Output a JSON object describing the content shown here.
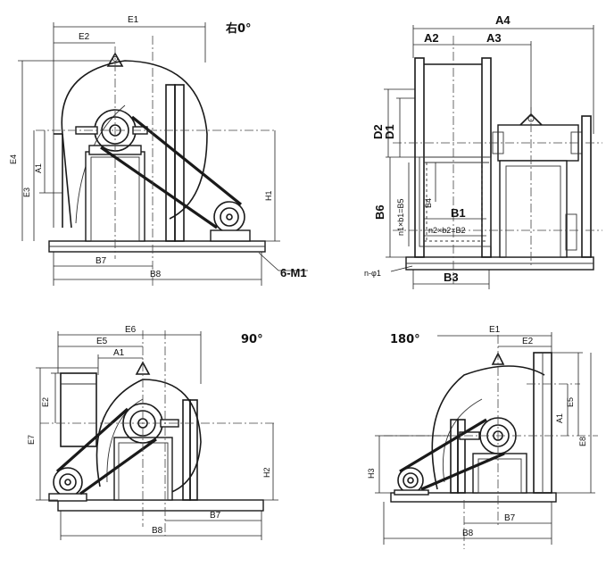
{
  "views": {
    "right0": {
      "title": "右0°",
      "labels": {
        "E1": "E1",
        "E2": "E2",
        "E3": "E3",
        "E4": "E4",
        "A1": "A1",
        "H1": "H1",
        "B7": "B7",
        "B8": "B8",
        "M1": "6-M1"
      }
    },
    "side": {
      "labels": {
        "A4": "A4",
        "A2": "A2",
        "A3": "A3",
        "D2": "D2",
        "D1": "D1",
        "B6": "B6",
        "B5": "n1×b1=B5",
        "B4": "B4",
        "B1": "B1",
        "B2": "n2×b2=B2",
        "phi": "n-φ1",
        "B3": "B3"
      }
    },
    "deg90": {
      "title": "90°",
      "labels": {
        "E6": "E6",
        "E5": "E5",
        "A1": "A1",
        "E2": "E2",
        "E7": "E7",
        "H2": "H2",
        "B7": "B7",
        "B8": "B8"
      }
    },
    "deg180": {
      "title": "180°",
      "labels": {
        "E1": "E1",
        "E2": "E2",
        "A1": "A1",
        "E5": "E5",
        "E8": "E8",
        "H3": "H3",
        "B7": "B7",
        "B8": "B8"
      }
    }
  }
}
